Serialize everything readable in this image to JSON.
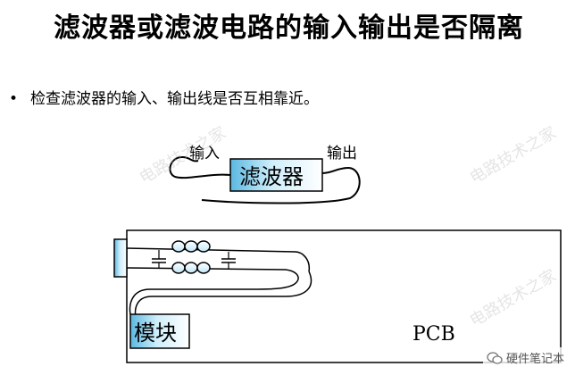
{
  "title": "滤波器或滤波电路的输入输出是否隔离",
  "bullet": {
    "symbol": "•",
    "text": "检查滤波器的输入、输出线是否互相靠近。"
  },
  "top_diagram": {
    "input_label": "输入",
    "output_label": "输出",
    "filter_label": "滤波器"
  },
  "pcb_diagram": {
    "module_label": "模块",
    "board_label": "PCB"
  },
  "watermark": {
    "text": "电路技术之家"
  },
  "wechat_badge": {
    "text": "硬件笔记本"
  },
  "colors": {
    "box_fill_light": "#cfeefb",
    "box_fill_dark": "#5ab7e0",
    "coil_fill": "#eaf8ff"
  }
}
